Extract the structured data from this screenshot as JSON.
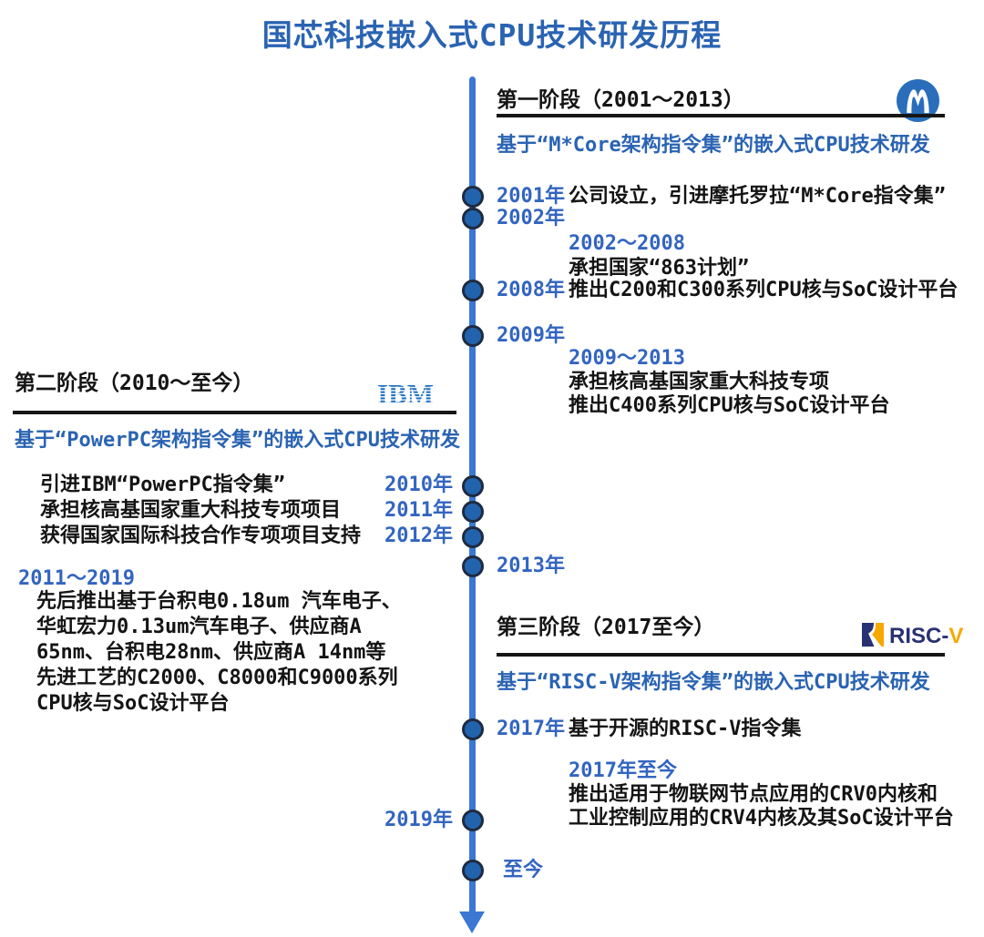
{
  "title": "国芯科技嵌入式CPU技术研发历程",
  "phases": {
    "p1": {
      "header": "第一阶段（2001～2013）",
      "subtitle": "基于“M*Core架构指令集”的嵌入式CPU技术研发",
      "logo": "Motorola"
    },
    "p2": {
      "header": "第二阶段（2010～至今）",
      "subtitle": "基于“PowerPC架构指令集”的嵌入式CPU技术研发",
      "logo": "IBM"
    },
    "p3": {
      "header": "第三阶段（2017至今）",
      "subtitle": "基于“RISC-V架构指令集”的嵌入式CPU技术研发",
      "logo": "RISC-V"
    }
  },
  "logos": {
    "ibm_text": "IBM",
    "riscv_main": "RISC-",
    "riscv_v": "V"
  },
  "timeline": {
    "right": {
      "y2001": {
        "year": "2001年",
        "text": "公司设立，引进摩托罗拉“M*Core指令集”"
      },
      "y2002": {
        "year": "2002年"
      },
      "b2002_2008": {
        "range": "2002～2008",
        "l1": "承担国家“863计划”"
      },
      "y2008": {
        "year": "2008年",
        "text": "推出C200和C300系列CPU核与SoC设计平台"
      },
      "y2009": {
        "year": "2009年"
      },
      "b2009_2013": {
        "range": "2009～2013",
        "l1": "承担核高基国家重大科技专项",
        "l2": "推出C400系列CPU核与SoC设计平台"
      },
      "y2013": {
        "year": "2013年"
      },
      "y2017": {
        "year": "2017年",
        "text": "基于开源的RISC-V指令集"
      },
      "b2017_now": {
        "range": "2017年至今",
        "l1": "推出适用于物联网节点应用的CRV0内核和",
        "l2": "工业控制应用的CRV4内核及其SoC设计平台"
      },
      "ynow": {
        "year": "至今"
      }
    },
    "left": {
      "y2010": {
        "year": "2010年",
        "text": "引进IBM“PowerPC指令集”"
      },
      "y2011": {
        "year": "2011年",
        "text": "承担核高基国家重大科技专项项目"
      },
      "y2012": {
        "year": "2012年",
        "text": "获得国家国际科技合作专项项目支持"
      },
      "b2011_2019": {
        "range": "2011～2019",
        "l1": "先后推出基于台积电0.18um 汽车电子、",
        "l2": "华虹宏力0.13um汽车电子、供应商A",
        "l3": "65nm、台积电28nm、供应商A 14nm等",
        "l4": "先进工艺的C2000、C8000和C9000系列",
        "l5": "CPU核与SoC设计平台"
      },
      "y2019": {
        "year": "2019年"
      }
    }
  },
  "colors": {
    "title_blue": "#2A63B2",
    "year_blue": "#3365C0",
    "line_blue": "#3B77D3",
    "dot_fill": "#2263AE",
    "dot_border": "#1E2B40",
    "divider_black": "#161616",
    "ibm_blue": "#1F70C1",
    "motorola_blue": "#2A6EBB",
    "riscv_navy": "#283272",
    "riscv_yellow": "#F7A800"
  }
}
